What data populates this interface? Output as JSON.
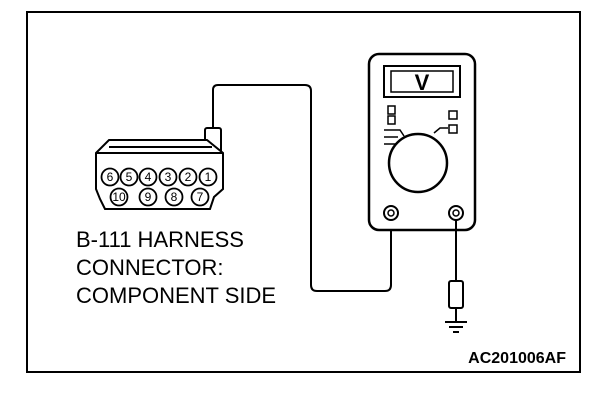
{
  "connector": {
    "label_lines": [
      "B-111 HARNESS",
      "CONNECTOR:",
      "COMPONENT SIDE"
    ],
    "top_row_pins": [
      "6",
      "5",
      "4",
      "3",
      "2",
      "1"
    ],
    "bottom_row_pins": [
      "10",
      "9",
      "8",
      "7"
    ]
  },
  "meter": {
    "display_symbol": "V"
  },
  "figure_code": "AC201006AF"
}
